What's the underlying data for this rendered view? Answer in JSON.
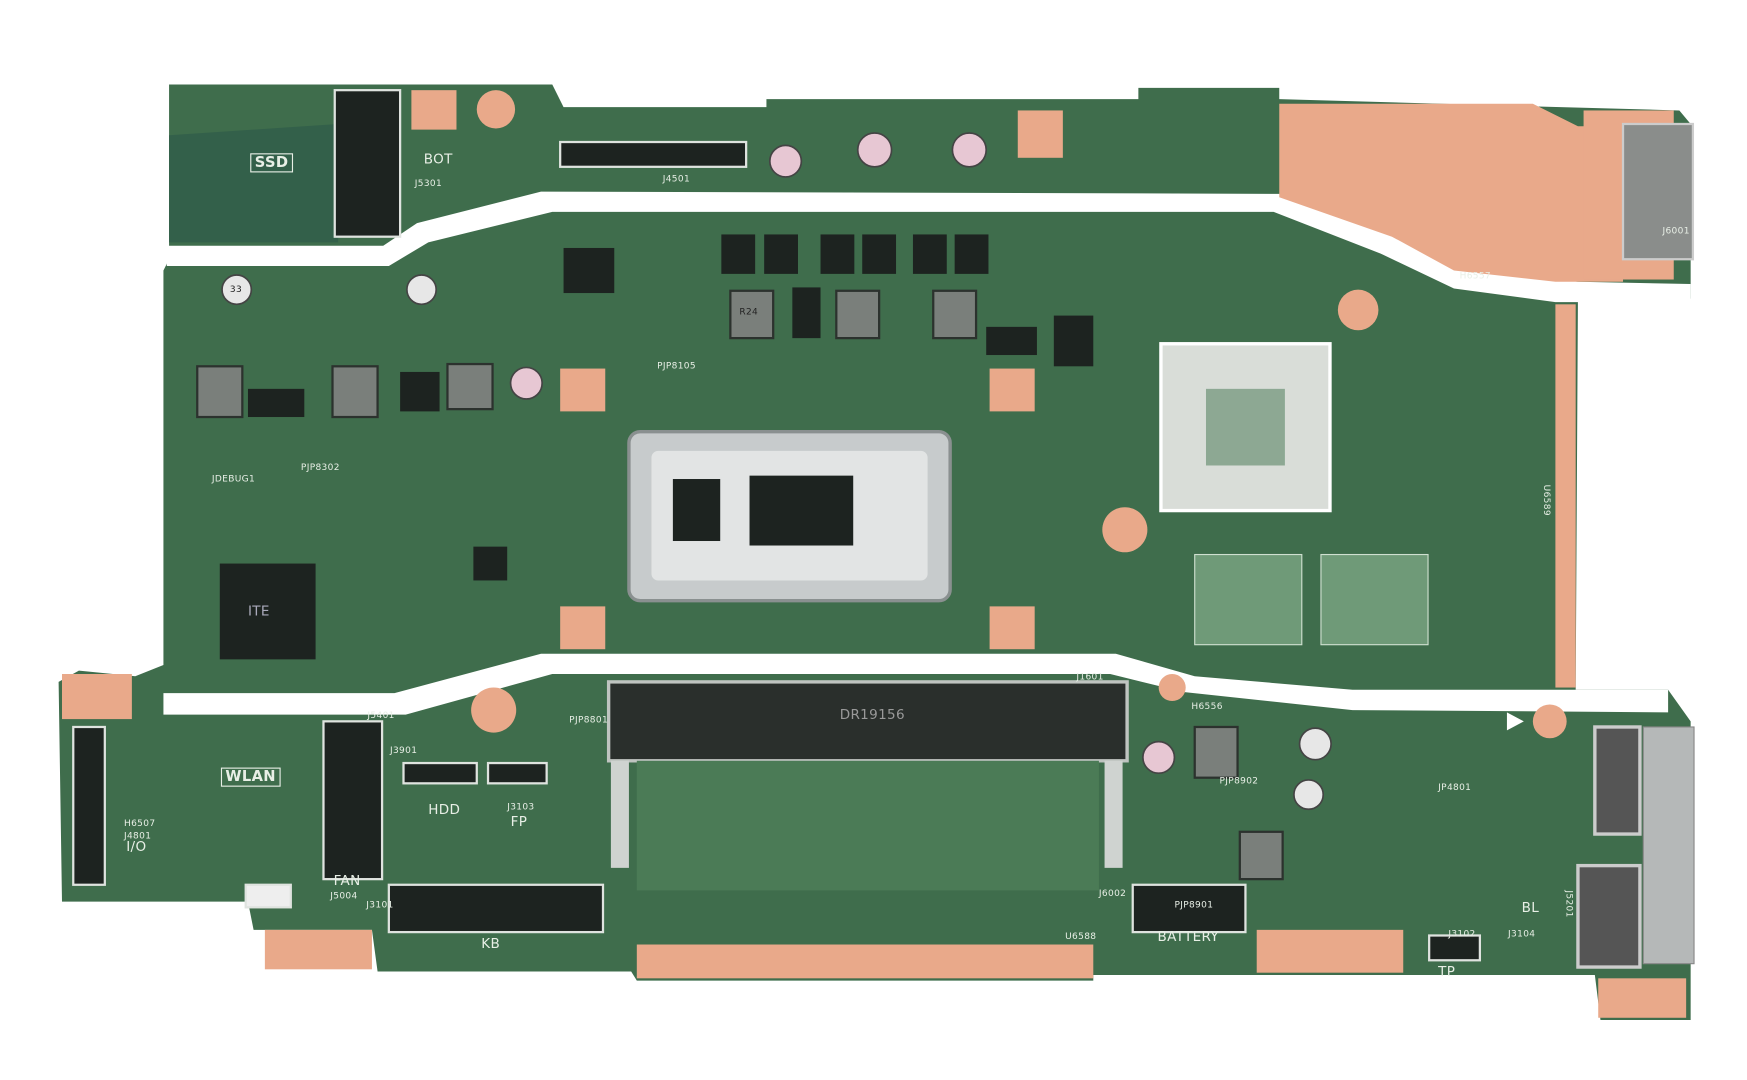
{
  "colors": {
    "pcb": "#3f6d4c",
    "pcb_dark": "#2f5a3d",
    "copper": "#e9a98a",
    "chip": "#1d2320",
    "shield": "#c7cbcc",
    "background": "#ffffff"
  },
  "labels": {
    "ssd": "SSD",
    "bot": "BOT",
    "j5301": "J5301",
    "j4501": "J4501",
    "wlan": "WLAN",
    "hdd": "HDD",
    "fp": "FP",
    "j3103": "J3103",
    "fan": "FAN",
    "j5004": "J5004",
    "j3101": "J3101",
    "kb": "KB",
    "battery": "BATTERY",
    "tp": "TP",
    "bl": "BL",
    "j3102": "J3102",
    "j3104": "J3104",
    "jp4801": "JP4801",
    "j5201": "J5201",
    "pjp8901": "PJP8901",
    "pjp8902": "PJP8902",
    "u6588": "U6588",
    "j6002": "J6002",
    "j1601": "J1601",
    "h6556": "H6556",
    "h6557": "H6557",
    "j6001": "J6001",
    "u6589": "U6589",
    "pjp8105": "PJP8105",
    "pjp8302": "PJP8302",
    "jdebug1": "JDEBUG1",
    "h6507": "H6507",
    "j4801": "J4801",
    "io": "I/O",
    "j3901": "J3901",
    "j5401": "J5401",
    "pjp8801": "PJP8801"
  },
  "chip_marks": {
    "ec": "ITE",
    "inductor": "R24",
    "ram_slot": "DR19156",
    "cap": "33"
  }
}
